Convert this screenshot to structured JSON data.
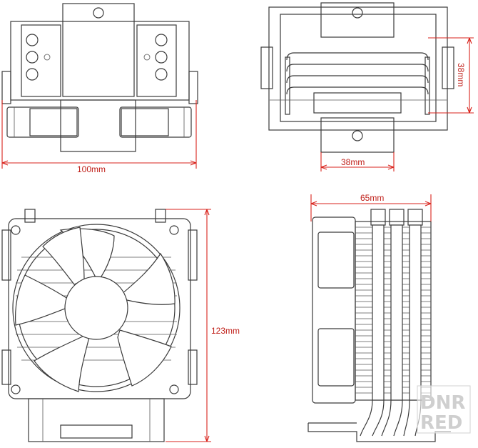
{
  "dimensions": {
    "width_top": "100mm",
    "base_height": "38mm",
    "base_width": "38mm",
    "depth": "65mm",
    "height": "123mm"
  },
  "watermark": {
    "line1": "DNR",
    "line2": "RED"
  },
  "colors": {
    "dimension": "#d9231c",
    "outline": "#3a3a3a",
    "watermark": "#cfcfcf"
  }
}
